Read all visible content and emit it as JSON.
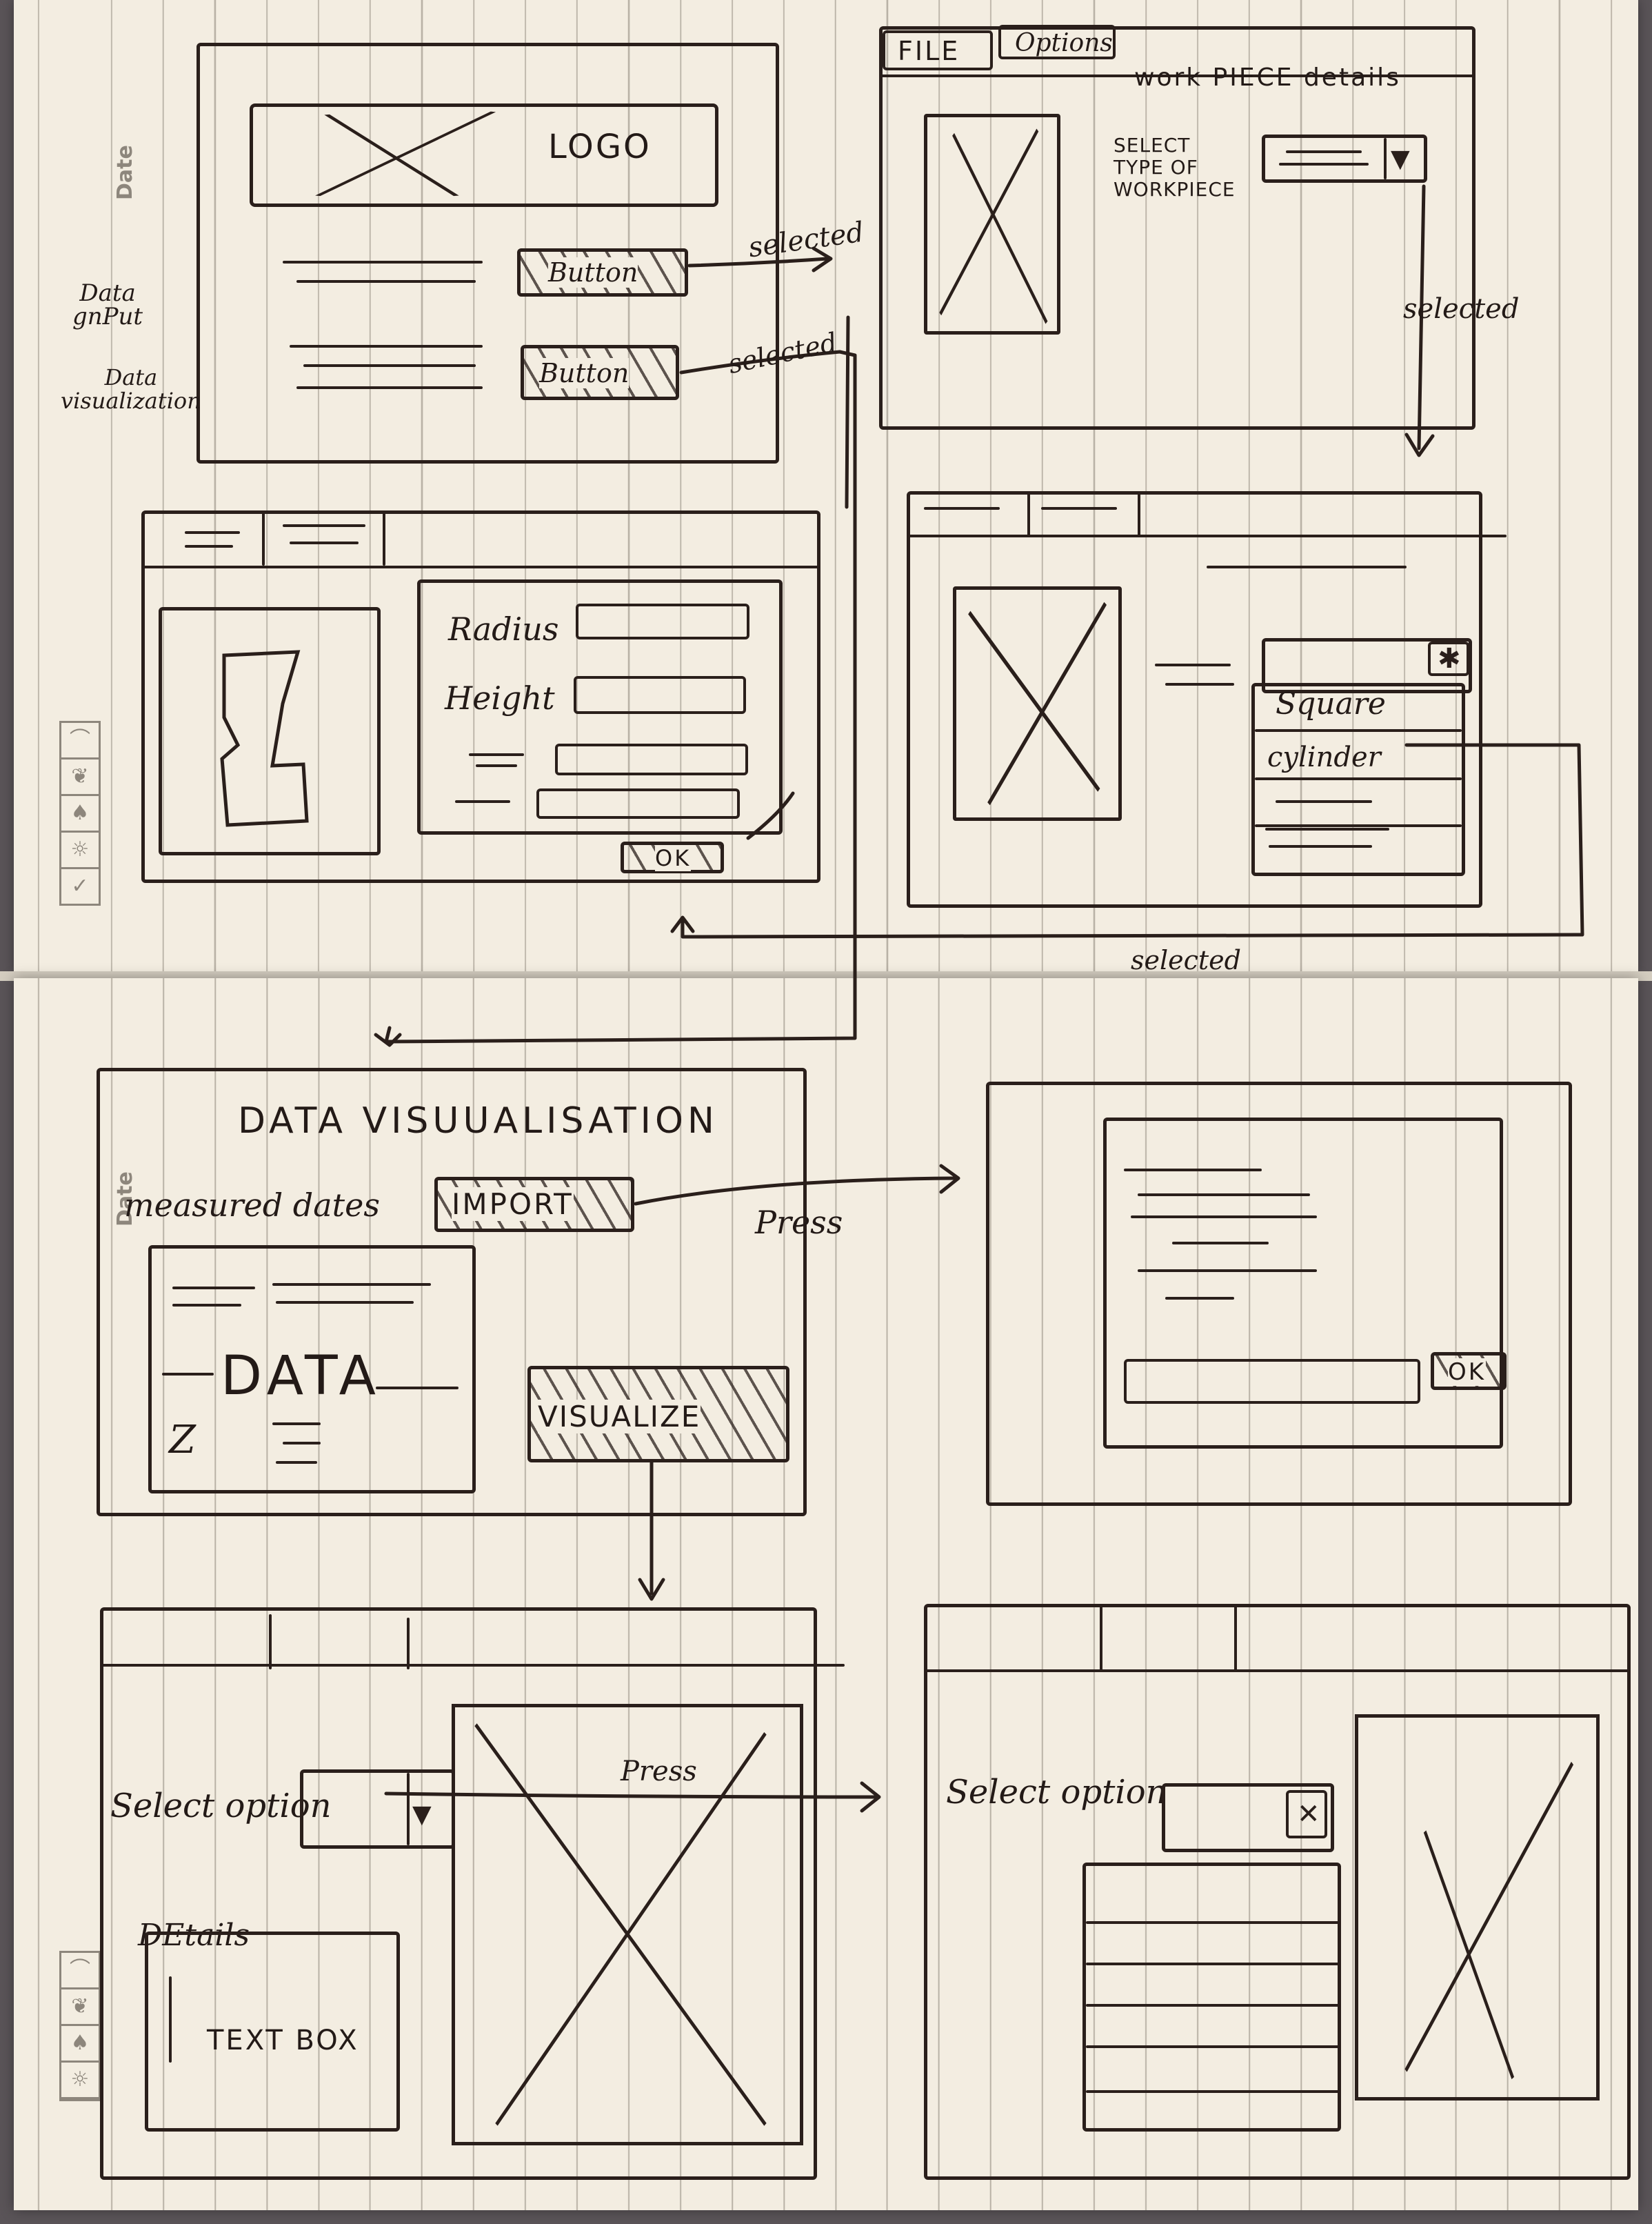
{
  "page": {
    "date_label": "Date"
  },
  "screen1": {
    "logo_text": "LOGO",
    "button1_label": "Button",
    "button2_label": "Button",
    "label_data_input": "Data\ngnPut",
    "label_data_visualization": "Data\nvisualization"
  },
  "screen2": {
    "label_radius": "Radius",
    "label_height": "Height",
    "ok_label": "OK"
  },
  "screen3": {
    "menu_file": "FILE",
    "menu_options": "Options",
    "title": "work PIECE details",
    "select_label": "SELECT\nTYPE OF\nWORKPIECE"
  },
  "screen4": {
    "option_square": "Square",
    "option_cylinder": "cylinder"
  },
  "screen5": {
    "title": "DATA VISUUALISATION",
    "measured_label": "measured dates",
    "import_label": "IMPORT",
    "data_text": "DATA",
    "visualize_label": "VISUALIZE"
  },
  "screen6": {
    "ok_label": "OK"
  },
  "screen7": {
    "select_label": "Select option",
    "details_label": "DEtails",
    "text_box_label": "TEXT BOX"
  },
  "screen8": {
    "select_label": "Select option"
  },
  "flow": {
    "selected_1": "selected",
    "selected_2": "selected",
    "selected_3": "selected",
    "selected_4": "selected",
    "press_1": "Press",
    "press_2": "Press"
  }
}
